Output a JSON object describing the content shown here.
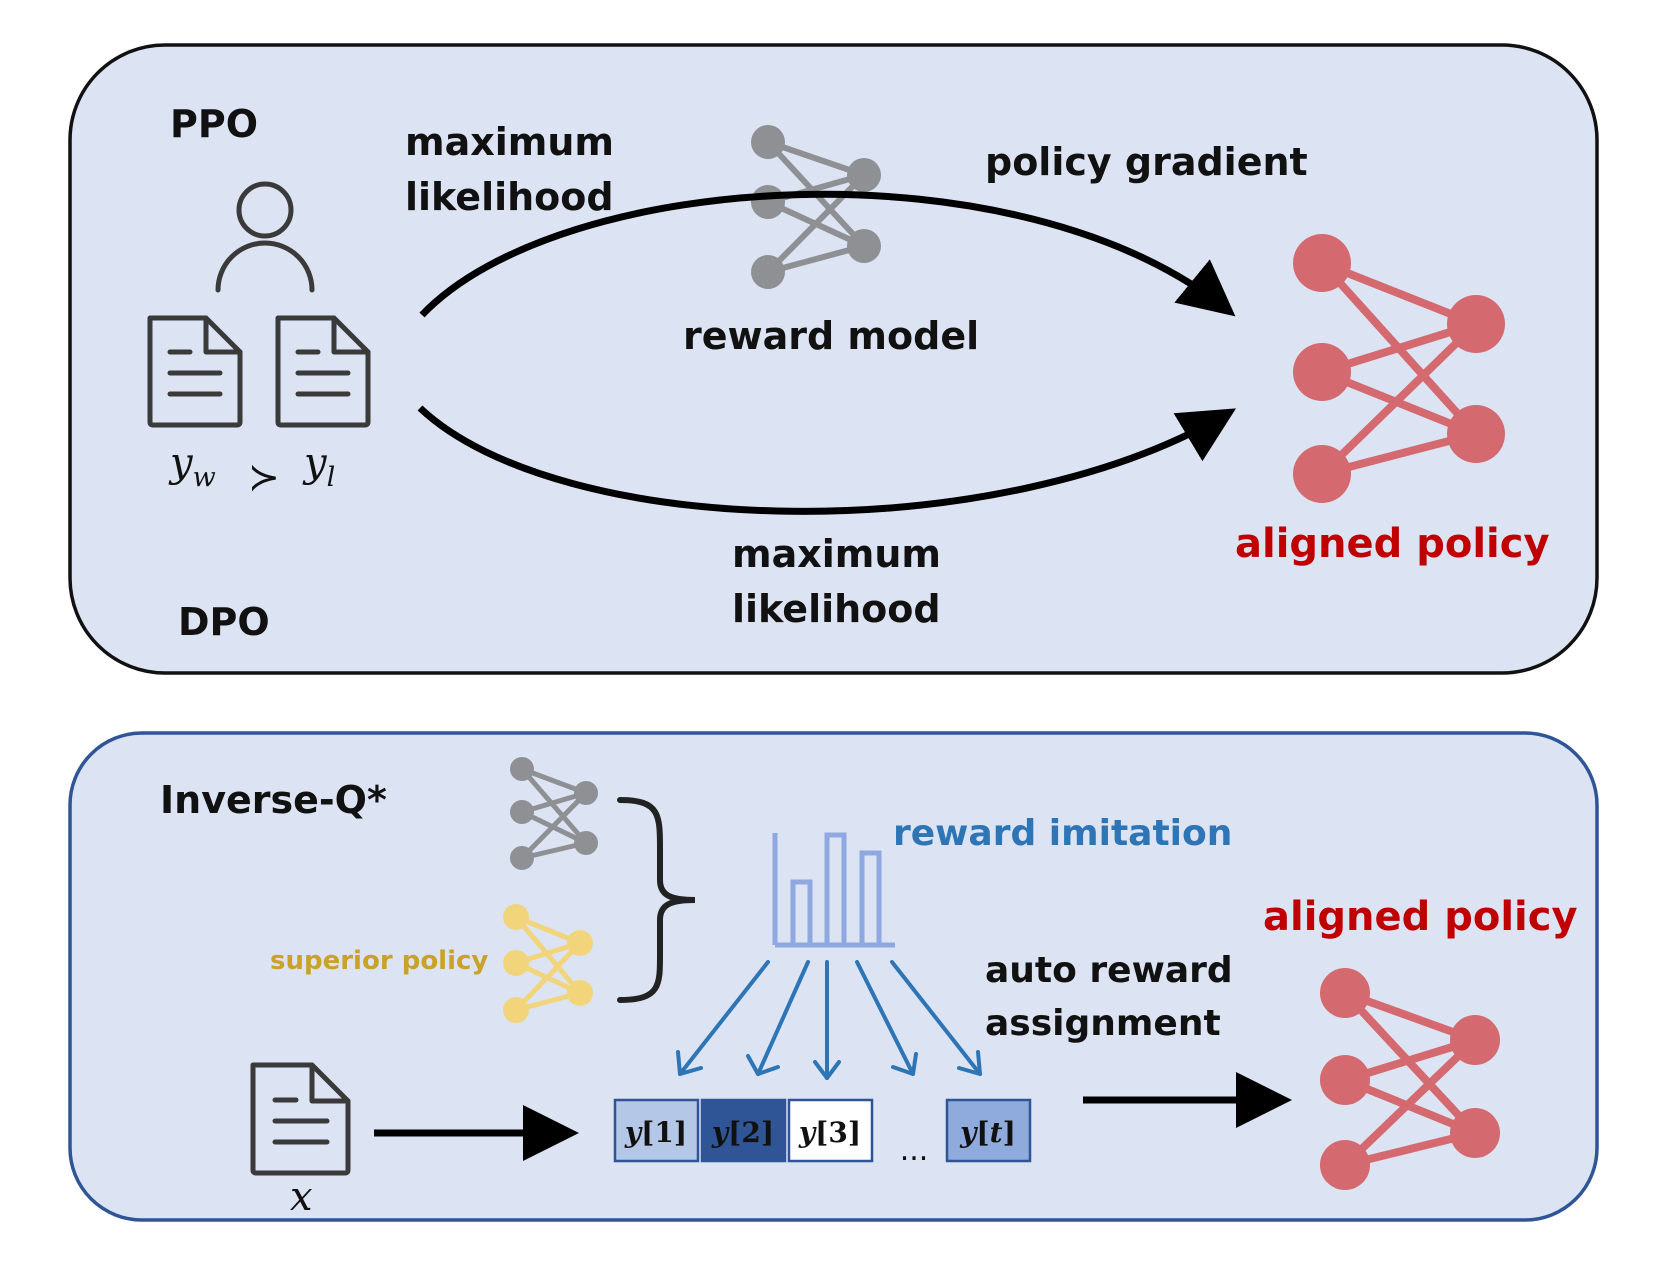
{
  "colors": {
    "panel_fill": "#dce3f3",
    "top_panel_border": "#111111",
    "bottom_panel_border": "#2f5597",
    "gray_net": "#8e9094",
    "red_net": "#d4696f",
    "yellow_net": "#f2d57a",
    "aligned_text": "#c00000",
    "reward_imitation_text": "#2e75b6",
    "superior_text": "#c9a227",
    "blue_arrow": "#2e75b6",
    "chart_icon": "#8fa9e0",
    "token_light": "#b4c7e7",
    "token_dark": "#2f5597",
    "token_white": "#ffffff",
    "token_mid": "#8faadc"
  },
  "top": {
    "ppo": "PPO",
    "dpo": "DPO",
    "max_likelihood_top": [
      "maximum",
      "likelihood"
    ],
    "policy_gradient": "policy gradient",
    "reward_model": "reward model",
    "max_likelihood_bottom": [
      "maximum",
      "likelihood"
    ],
    "aligned_policy": "aligned policy",
    "pref_winner": "y",
    "pref_winner_sub": "w",
    "pref_op": "≻",
    "pref_loser": "y",
    "pref_loser_sub": "l",
    "icons": [
      "user-icon",
      "document-icon",
      "document-icon",
      "network-icon",
      "network-icon"
    ]
  },
  "bottom": {
    "method": "Inverse-Q*",
    "reward_imitation": "reward imitation",
    "superior_policy": "superior policy",
    "auto_reward": [
      "auto reward",
      "assignment"
    ],
    "aligned_policy": "aligned policy",
    "input_var": "x",
    "ellipsis": "...",
    "tokens": [
      {
        "var": "y",
        "idx": "1",
        "style": "light"
      },
      {
        "var": "y",
        "idx": "2",
        "style": "dark"
      },
      {
        "var": "y",
        "idx": "3",
        "style": "white"
      },
      {
        "var": "y",
        "idx": "t",
        "style": "mid"
      }
    ],
    "icons": [
      "network-icon",
      "network-icon",
      "brace-icon",
      "bar-chart-icon",
      "document-icon",
      "network-icon"
    ]
  }
}
